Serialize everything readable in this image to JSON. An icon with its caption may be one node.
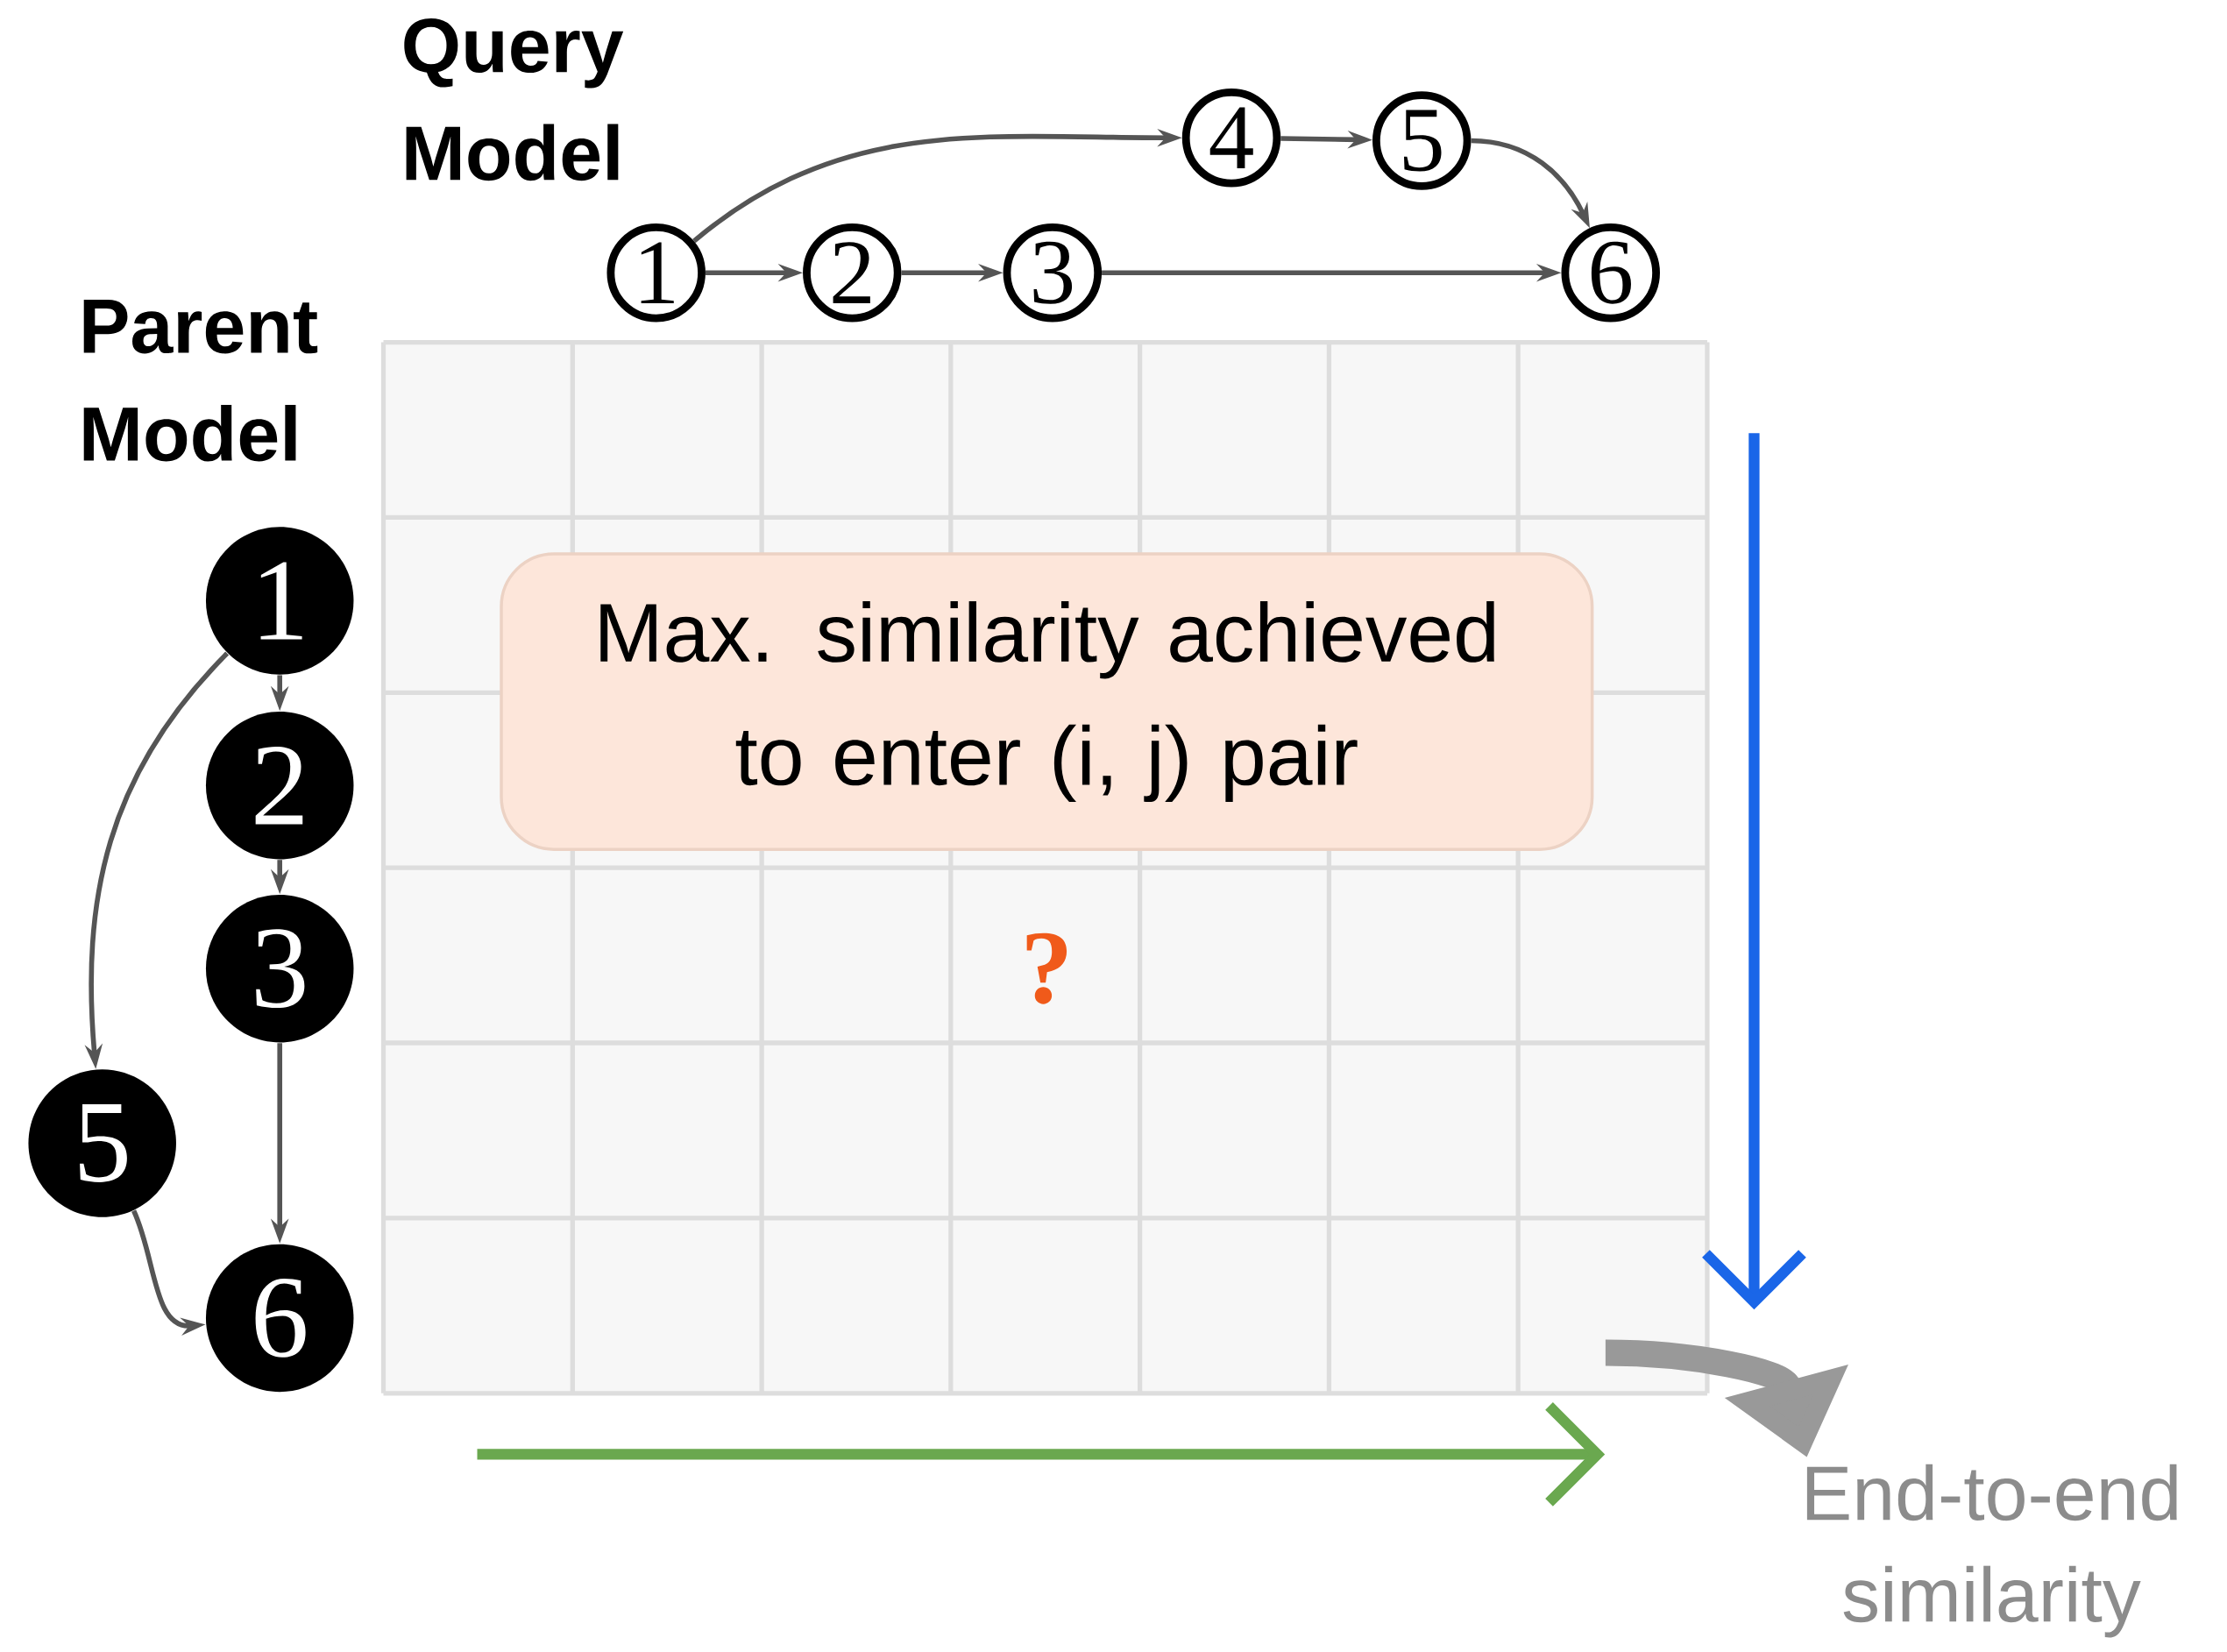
{
  "diagram": {
    "nodes": [
      {
        "text": [
          "1"
        ]
      },
      {
        "text": [
          "2"
        ]
      },
      {
        "text": [
          "3"
        ]
      },
      {
        "text": [
          "4"
        ]
      },
      {
        "text": [
          "5"
        ]
      },
      {
        "text": [
          "6"
        ]
      },
      {
        "text": [
          "1"
        ]
      },
      {
        "text": [
          "2"
        ]
      },
      {
        "text": [
          "3"
        ]
      },
      {
        "text": [
          "5"
        ]
      },
      {
        "text": [
          "6"
        ]
      },
      {
        "text": [],
        "shape": "box"
      },
      {
        "text": [
          "Max. similarity achieved to enter (i, j) pair"
        ],
        "in": 11
      },
      {
        "text": [
          "End-to-end similarity"
        ]
      }
    ],
    "edges": [
      {
        "from": 0,
        "to": 1,
        "arrow": "to"
      },
      {
        "from": 1,
        "to": 2,
        "arrow": "to"
      },
      {
        "from": 2,
        "to": 5,
        "arrow": "to"
      },
      {
        "from": 0,
        "to": 3,
        "arrow": "to"
      },
      {
        "from": 3,
        "to": 4,
        "arrow": "to"
      },
      {
        "from": 4,
        "to": 5,
        "arrow": "to"
      },
      {
        "from": 6,
        "to": 7,
        "arrow": "to"
      },
      {
        "from": 7,
        "to": 8,
        "arrow": "to"
      },
      {
        "from": 8,
        "to": 10,
        "arrow": "to"
      },
      {
        "from": 6,
        "to": 9,
        "arrow": "to"
      },
      {
        "from": 9,
        "to": 10,
        "arrow": "to"
      },
      {
        "from": 11,
        "to": 13,
        "arrow": "to",
        "style": "thick",
        "color": "#999999"
      }
    ],
    "labels": [
      "Query Model",
      "Parent Model",
      "?"
    ]
  }
}
